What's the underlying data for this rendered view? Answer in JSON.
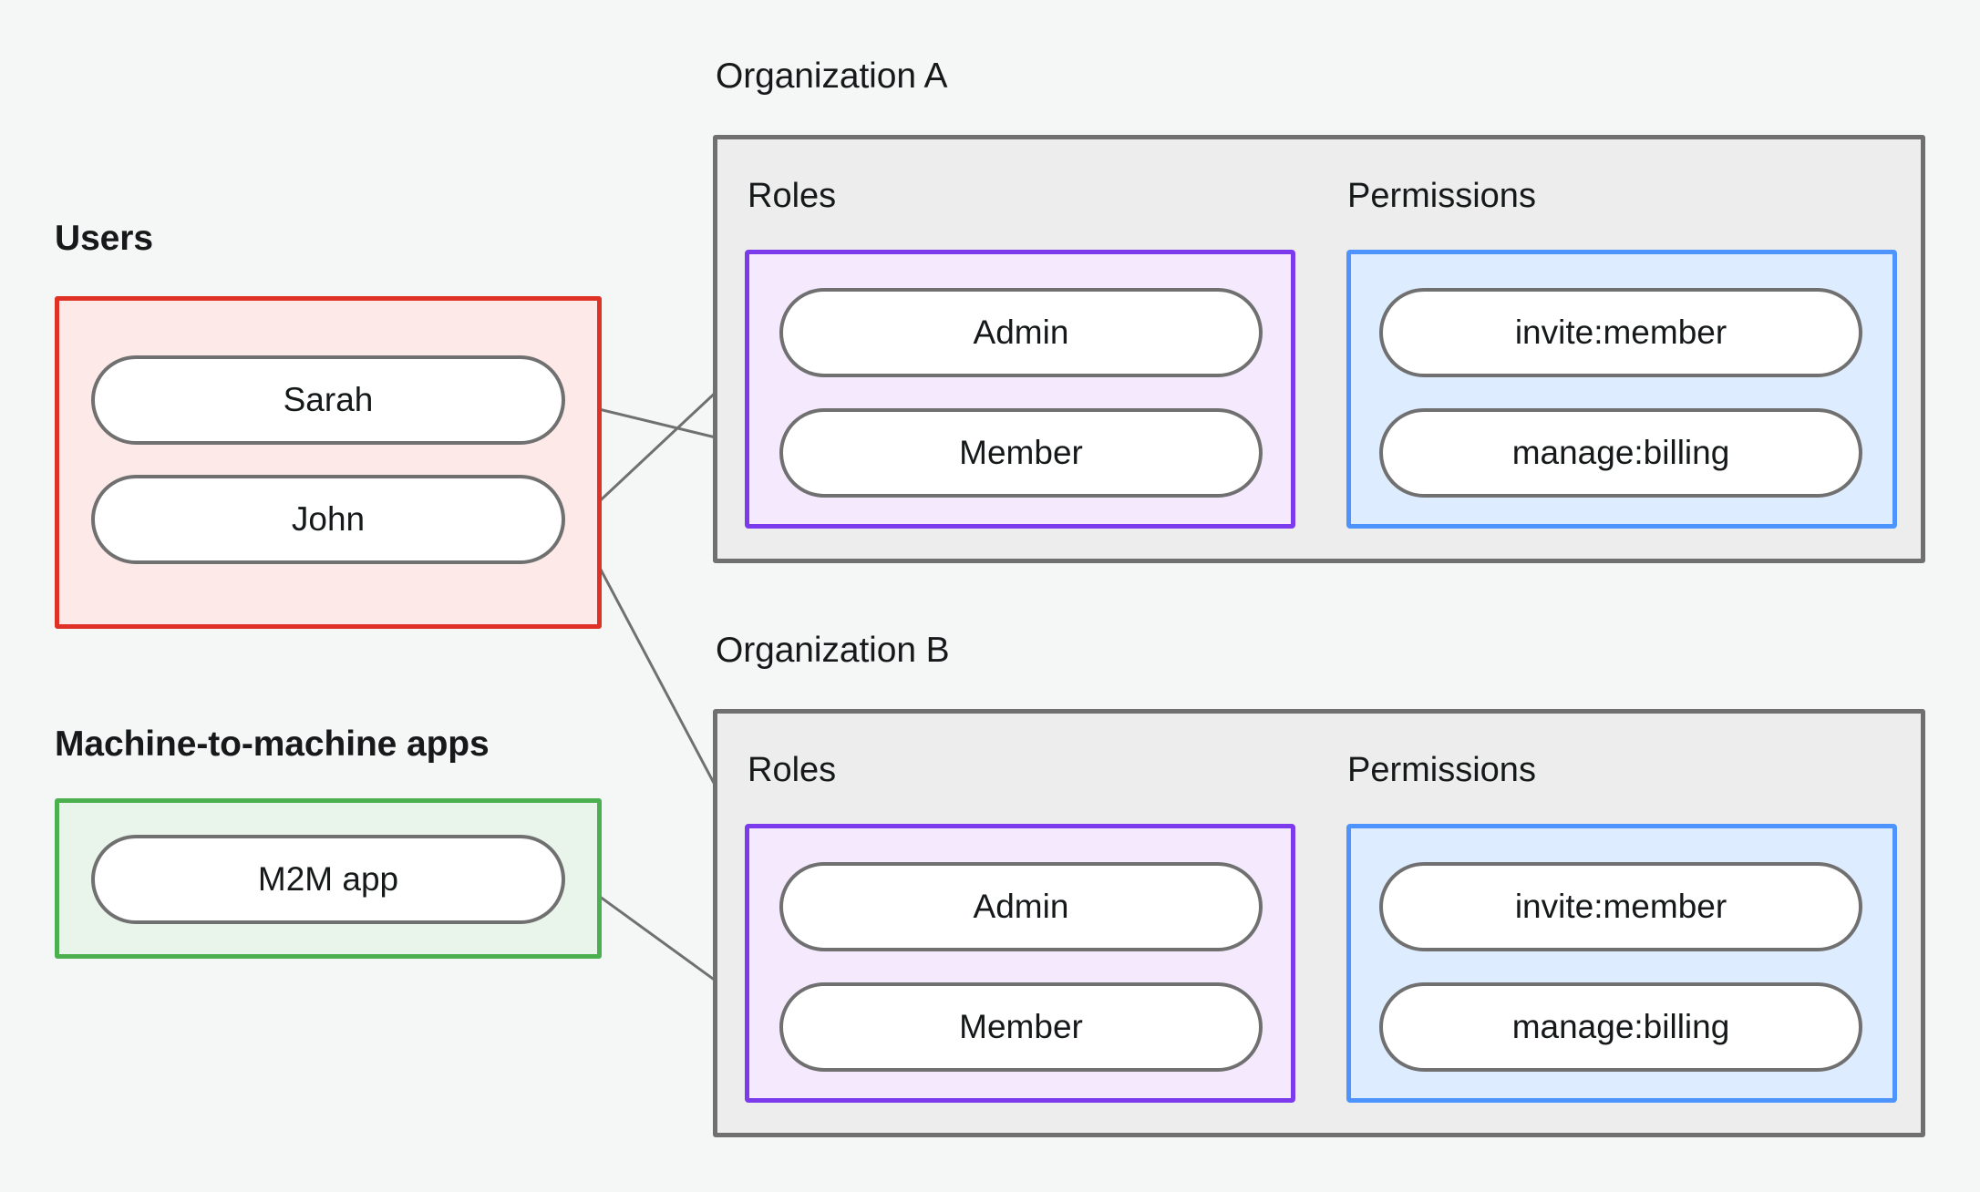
{
  "diagram": {
    "background_color": "#f5f7f6",
    "groups": {
      "users": {
        "caption": "Users",
        "border_color": "#e03127",
        "fill_color": "#fdeae8",
        "items": [
          {
            "label": "Sarah"
          },
          {
            "label": "John"
          }
        ]
      },
      "m2m": {
        "caption": "Machine-to-machine apps",
        "border_color": "#4caf50",
        "fill_color": "#e9f5ea",
        "items": [
          {
            "label": "M2M app"
          }
        ]
      }
    },
    "organizations": [
      {
        "caption": "Organization A",
        "roles_title": "Roles",
        "permissions_title": "Permissions",
        "roles": [
          {
            "label": "Admin"
          },
          {
            "label": "Member"
          }
        ],
        "permissions": [
          {
            "label": "invite:member"
          },
          {
            "label": "manage:billing"
          }
        ]
      },
      {
        "caption": "Organization B",
        "roles_title": "Roles",
        "permissions_title": "Permissions",
        "roles": [
          {
            "label": "Admin"
          },
          {
            "label": "Member"
          }
        ],
        "permissions": [
          {
            "label": "invite:member"
          },
          {
            "label": "manage:billing"
          }
        ]
      }
    ],
    "edge_style": {
      "line_color": "#707070",
      "line_width": 3,
      "endpoint_dot_color": "#707070",
      "endpoint_dot_radius": 9
    },
    "connections": [
      {
        "from": "Sarah",
        "to": "Organization A / Member"
      },
      {
        "from": "John",
        "to": "Organization A / Admin"
      },
      {
        "from": "John",
        "to": "Organization B / Admin"
      },
      {
        "from": "M2M app",
        "to": "Organization B / Member"
      },
      {
        "from": "Organization A / Admin",
        "to": "Organization A / invite:member"
      },
      {
        "from": "Organization A / Admin",
        "to": "Organization A / manage:billing"
      },
      {
        "from": "Organization A / Member",
        "to": "Organization A / manage:billing"
      },
      {
        "from": "Organization B / Admin",
        "to": "Organization B / invite:member"
      },
      {
        "from": "Organization B / Admin",
        "to": "Organization B / manage:billing"
      },
      {
        "from": "Organization B / Member",
        "to": "Organization B / manage:billing"
      }
    ]
  }
}
